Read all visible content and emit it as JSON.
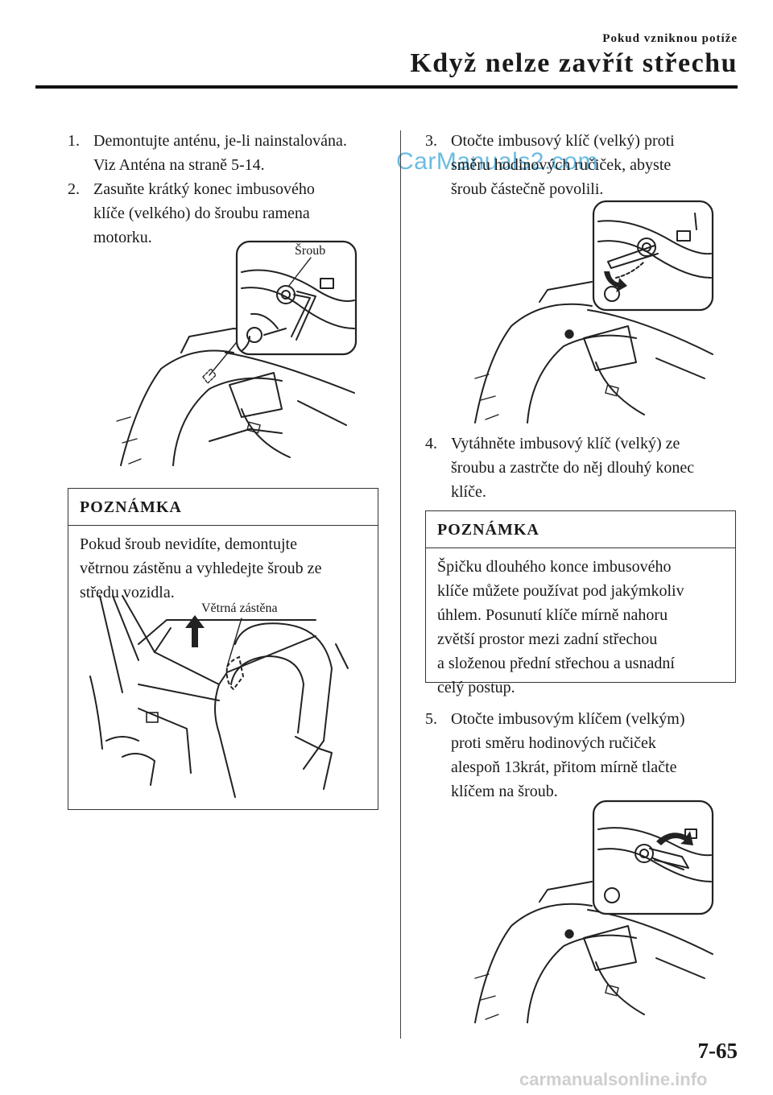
{
  "header": {
    "section": "Pokud vzniknou potíže",
    "title": "Když nelze zavřít střechu"
  },
  "watermark": "CarManuals2.com",
  "footer_watermark": "carmanualsonline.info",
  "page_number": "7-65",
  "steps": [
    {
      "num": "1.",
      "lines": [
        "Demontujte anténu, je-li nainstalována.",
        "Viz Anténa na straně 5-14."
      ]
    },
    {
      "num": "2.",
      "lines": [
        "Zasuňte krátký konec imbusového",
        "klíče (velkého) do šroubu ramena",
        "motorku."
      ]
    },
    {
      "num": "3.",
      "lines": [
        "Otočte imbusový klíč (velký) proti",
        "směru hodinových ručiček, abyste",
        "šroub částečně povolili."
      ]
    },
    {
      "num": "4.",
      "lines": [
        "Vytáhněte imbusový klíč (velký) ze",
        "šroubu a zastrčte do něj dlouhý konec",
        "klíče."
      ]
    },
    {
      "num": "5.",
      "lines": [
        "Otočte imbusovým klíčem (velkým)",
        "proti směru hodinových ručiček",
        "alespoň 13krát, přitom mírně tlačte",
        "klíčem na šroub."
      ]
    }
  ],
  "notes": [
    {
      "heading": "POZNÁMKA",
      "lines": [
        "Pokud šroub nevidíte, demontujte",
        "větrnou zástěnu a vyhledejte šroub ze",
        "středu vozidla."
      ]
    },
    {
      "heading": "POZNÁMKA",
      "lines": [
        "Špičku dlouhého konce imbusového",
        "klíče můžete používat pod jakýmkoliv",
        "úhlem. Posunutí klíče mírně nahoru",
        "zvětší prostor mezi zadní střechou",
        "a složenou přední střechou a usnadní",
        "celý postup."
      ]
    }
  ],
  "callouts": {
    "screw": "Šroub",
    "windscreen": "Větrná zástěna"
  }
}
